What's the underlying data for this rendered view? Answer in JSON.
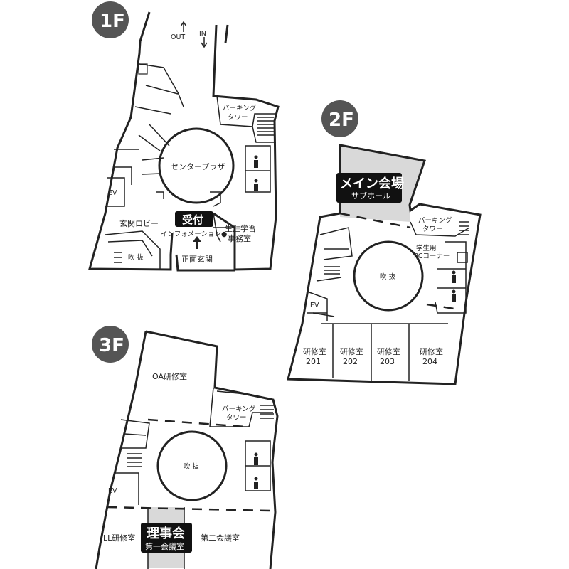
{
  "colors": {
    "outline": "#222222",
    "highlight_fill": "#d9d9d9",
    "badge": "#555555",
    "label_bg": "#111111"
  },
  "floor_1f": {
    "badge": "1F",
    "out": "OUT",
    "in": "IN",
    "parking_line1": "パーキング",
    "parking_line2": "タワー",
    "center_plaza": "センタープラザ",
    "ev": "EV",
    "lobby": "玄関ロビー",
    "reception": "受付",
    "information": "インフォメーション●",
    "office_line1": "生涯学習",
    "office_line2": "事務室",
    "atrium": "吹 抜",
    "main_entrance": "正面玄関"
  },
  "floor_2f": {
    "badge": "2F",
    "main_hall": "メイン会場",
    "sub_hall": "サブホール",
    "parking_line1": "パーキング",
    "parking_line2": "タワー",
    "student_line1": "学生用",
    "student_line2": "PCコーナー",
    "atrium": "吹 抜",
    "ev": "EV",
    "rooms": [
      {
        "name": "研修室",
        "number": "201"
      },
      {
        "name": "研修室",
        "number": "202"
      },
      {
        "name": "研修室",
        "number": "203"
      },
      {
        "name": "研修室",
        "number": "204"
      }
    ]
  },
  "floor_3f": {
    "badge": "3F",
    "oa_room": "OA研修室",
    "parking_line1": "パーキング",
    "parking_line2": "タワー",
    "atrium": "吹 抜",
    "ev": "EV",
    "ll_room": "LL研修室",
    "board_room": "理事会",
    "meeting_1": "第一会議室",
    "meeting_2": "第二会議室"
  }
}
